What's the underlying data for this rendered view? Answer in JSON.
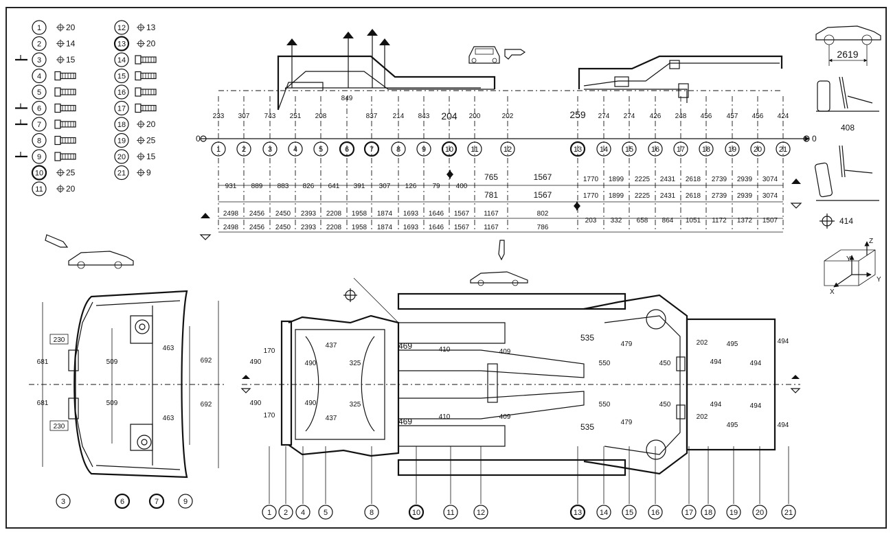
{
  "legend": {
    "col1": [
      {
        "id": "1",
        "value": "20"
      },
      {
        "id": "2",
        "value": "14"
      },
      {
        "id": "3",
        "value": "15"
      },
      {
        "id": "4",
        "value": ""
      },
      {
        "id": "5",
        "value": ""
      },
      {
        "id": "6",
        "value": ""
      },
      {
        "id": "7",
        "value": ""
      },
      {
        "id": "8",
        "value": ""
      },
      {
        "id": "9",
        "value": ""
      },
      {
        "id": "10",
        "value": "25"
      },
      {
        "id": "11",
        "value": "20"
      }
    ],
    "col2": [
      {
        "id": "12",
        "value": "13"
      },
      {
        "id": "13",
        "value": "20"
      },
      {
        "id": "14",
        "value": ""
      },
      {
        "id": "15",
        "value": ""
      },
      {
        "id": "16",
        "value": ""
      },
      {
        "id": "17",
        "value": ""
      },
      {
        "id": "18",
        "value": "20"
      },
      {
        "id": "19",
        "value": "25"
      },
      {
        "id": "20",
        "value": "15"
      },
      {
        "id": "21",
        "value": "9"
      }
    ]
  },
  "side_view": {
    "points": [
      {
        "id": "1",
        "height": "233"
      },
      {
        "id": "2",
        "height": "307"
      },
      {
        "id": "3",
        "height": "743"
      },
      {
        "id": "4",
        "height": "251"
      },
      {
        "id": "5",
        "height": "208"
      },
      {
        "id": "6",
        "height": "849"
      },
      {
        "id": "7",
        "height": "837"
      },
      {
        "id": "8",
        "height": "214"
      },
      {
        "id": "9",
        "height": "843"
      },
      {
        "id": "10",
        "height": "204"
      },
      {
        "id": "11",
        "height": "200"
      },
      {
        "id": "12",
        "height": "202"
      },
      {
        "id": "13",
        "height": "259"
      },
      {
        "id": "14",
        "height": "274"
      },
      {
        "id": "15",
        "height": "274"
      },
      {
        "id": "16",
        "height": "426"
      },
      {
        "id": "17",
        "height": "248"
      },
      {
        "id": "18",
        "height": "456"
      },
      {
        "id": "19",
        "height": "457"
      },
      {
        "id": "20",
        "height": "456"
      },
      {
        "id": "21",
        "height": "424"
      }
    ],
    "origin_label": "0",
    "row1": [
      "931",
      "889",
      "883",
      "826",
      "641",
      "391",
      "307",
      "126",
      "79",
      "400"
    ],
    "row1b": [
      "765",
      "1567"
    ],
    "row1c": [
      "1770",
      "1899",
      "2225",
      "2431",
      "2618",
      "2739",
      "2939",
      "3074"
    ],
    "row2a": [
      "781",
      "1567"
    ],
    "row2c": [
      "1770",
      "1899",
      "2225",
      "2431",
      "2618",
      "2739",
      "2939",
      "3074"
    ],
    "row3": [
      "2498",
      "2456",
      "2450",
      "2393",
      "2208",
      "1958",
      "1874",
      "1693",
      "1646",
      "1567",
      "1167",
      "802"
    ],
    "row4": [
      "2498",
      "2456",
      "2450",
      "2393",
      "2208",
      "1958",
      "1874",
      "1693",
      "1646",
      "1567",
      "1167",
      "786"
    ],
    "row4b": [
      "203",
      "332",
      "658",
      "864",
      "1051",
      "1172",
      "1372",
      "1507"
    ]
  },
  "right_panel": {
    "wheelbase": "2619",
    "value_408": "408",
    "value_414": "414",
    "axis_x": "X",
    "axis_y": "Y",
    "axis_z": "Z"
  },
  "front_view": {
    "left_ids": [
      "3"
    ],
    "bottom_ids": [
      "6",
      "7",
      "9"
    ],
    "dims": [
      "681",
      "681",
      "509",
      "509",
      "463",
      "463",
      "692",
      "692",
      "230",
      "230"
    ]
  },
  "underbody": {
    "bottom_ids": [
      "1",
      "2",
      "4",
      "5",
      "8",
      "10",
      "11",
      "12",
      "13",
      "14",
      "15",
      "16",
      "17",
      "18",
      "19",
      "20",
      "21"
    ],
    "dims": [
      "490",
      "490",
      "170",
      "170",
      "490",
      "490",
      "437",
      "437",
      "325",
      "325",
      "469",
      "469",
      "410",
      "410",
      "409",
      "409",
      "535",
      "535",
      "550",
      "550",
      "479",
      "479",
      "450",
      "450",
      "202",
      "202",
      "494",
      "494",
      "495",
      "495",
      "494",
      "494",
      "494",
      "494"
    ]
  }
}
